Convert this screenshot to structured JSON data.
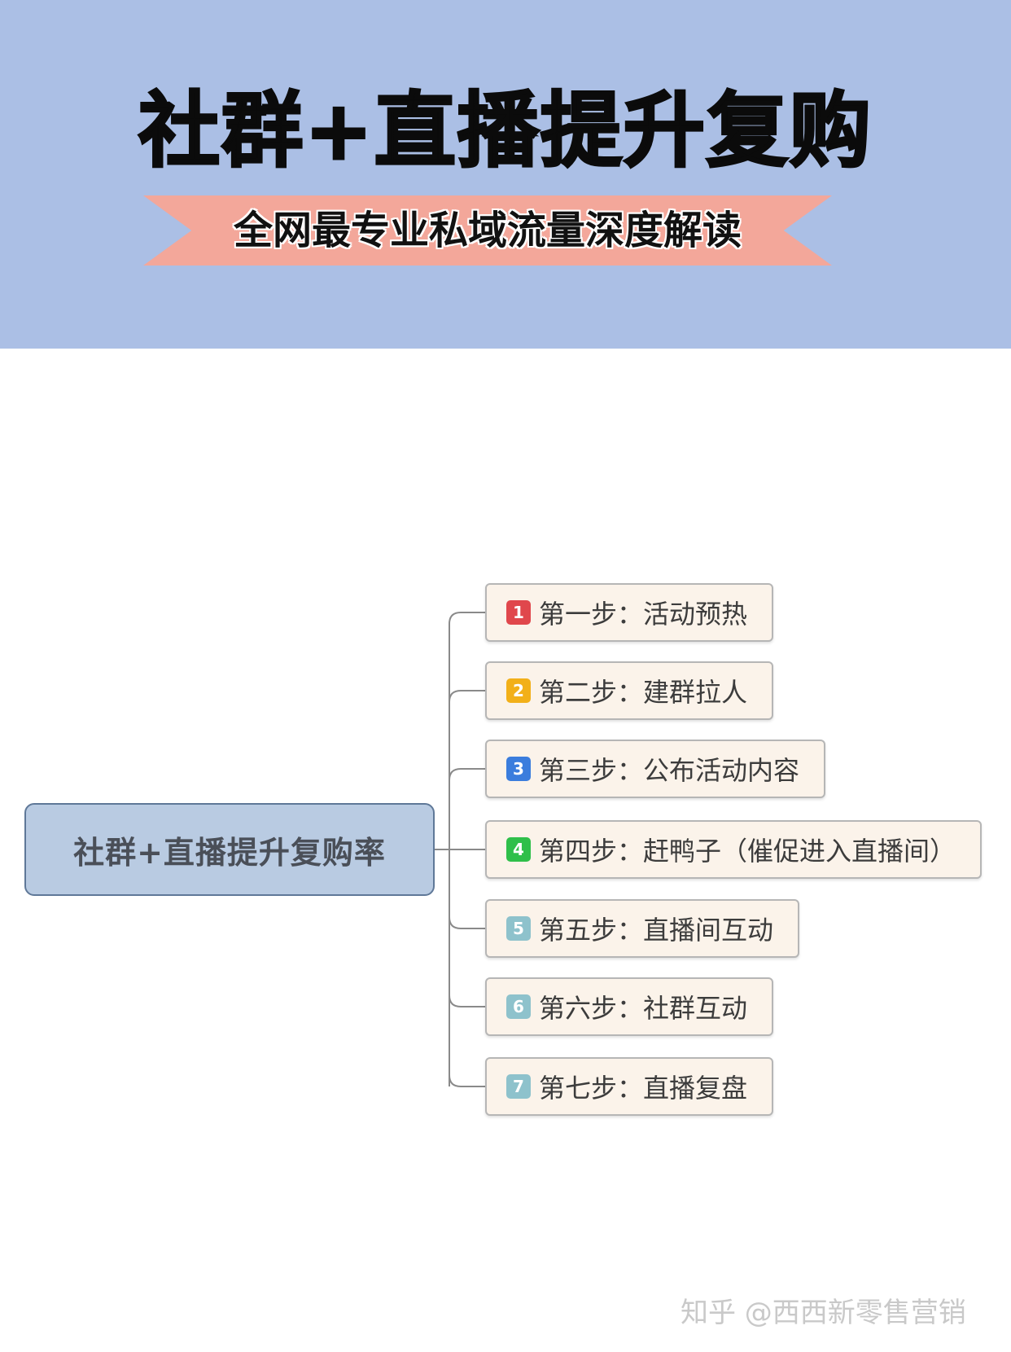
{
  "header": {
    "title": "社群+直播提升复购",
    "subtitle": "全网最专业私域流量深度解读"
  },
  "colors": {
    "banner_bg": "#abbfe5",
    "ribbon_bg": "#f3a79a",
    "root_fill": "#b9cbe2",
    "node_fill": "#fbf3ea"
  },
  "mindmap": {
    "root_label": "社群+直播提升复购率",
    "steps": [
      {
        "badge": "1",
        "badge_color": "#e0474c",
        "label": "第一步：活动预热"
      },
      {
        "badge": "2",
        "badge_color": "#f2b019",
        "label": "第二步：建群拉人"
      },
      {
        "badge": "3",
        "badge_color": "#3b7ddd",
        "label": "第三步：公布活动内容"
      },
      {
        "badge": "4",
        "badge_color": "#2fbf4a",
        "label": "第四步：赶鸭子（催促进入直播间）"
      },
      {
        "badge": "5",
        "badge_color": "#8ec2cc",
        "label": "第五步：直播间互动"
      },
      {
        "badge": "6",
        "badge_color": "#8ec2cc",
        "label": "第六步：社群互动"
      },
      {
        "badge": "7",
        "badge_color": "#8ec2cc",
        "label": "第七步：直播复盘"
      }
    ]
  },
  "watermark": {
    "text": "知乎 @西西新零售营销"
  }
}
